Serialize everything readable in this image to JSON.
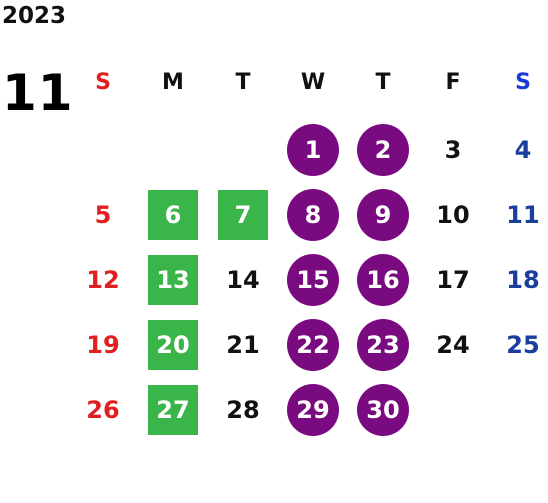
{
  "calendar": {
    "year": "2023",
    "month": "11",
    "weekdays": [
      "S",
      "M",
      "T",
      "W",
      "T",
      "F",
      "S"
    ],
    "colors": {
      "sunday": "#e02020",
      "saturday": "#1a3e9b",
      "saturday_header": "#1b3bd6",
      "weekday": "#111111",
      "purple_marker": "#7a0a80",
      "green_marker": "#3ab54a",
      "marked_text": "#ffffff"
    },
    "weeks": [
      [
        {
          "day": "",
          "mark": ""
        },
        {
          "day": "",
          "mark": ""
        },
        {
          "day": "",
          "mark": ""
        },
        {
          "day": "1",
          "mark": "purple-circle"
        },
        {
          "day": "2",
          "mark": "purple-circle"
        },
        {
          "day": "3",
          "mark": ""
        },
        {
          "day": "4",
          "mark": ""
        }
      ],
      [
        {
          "day": "5",
          "mark": ""
        },
        {
          "day": "6",
          "mark": "green-square"
        },
        {
          "day": "7",
          "mark": "green-square"
        },
        {
          "day": "8",
          "mark": "purple-circle"
        },
        {
          "day": "9",
          "mark": "purple-circle"
        },
        {
          "day": "10",
          "mark": ""
        },
        {
          "day": "11",
          "mark": ""
        }
      ],
      [
        {
          "day": "12",
          "mark": ""
        },
        {
          "day": "13",
          "mark": "green-square"
        },
        {
          "day": "14",
          "mark": ""
        },
        {
          "day": "15",
          "mark": "purple-circle"
        },
        {
          "day": "16",
          "mark": "purple-circle"
        },
        {
          "day": "17",
          "mark": ""
        },
        {
          "day": "18",
          "mark": ""
        }
      ],
      [
        {
          "day": "19",
          "mark": ""
        },
        {
          "day": "20",
          "mark": "green-square"
        },
        {
          "day": "21",
          "mark": ""
        },
        {
          "day": "22",
          "mark": "purple-circle"
        },
        {
          "day": "23",
          "mark": "purple-circle"
        },
        {
          "day": "24",
          "mark": ""
        },
        {
          "day": "25",
          "mark": ""
        }
      ],
      [
        {
          "day": "26",
          "mark": ""
        },
        {
          "day": "27",
          "mark": "green-square"
        },
        {
          "day": "28",
          "mark": ""
        },
        {
          "day": "29",
          "mark": "purple-circle"
        },
        {
          "day": "30",
          "mark": "purple-circle"
        },
        {
          "day": "",
          "mark": ""
        },
        {
          "day": "",
          "mark": ""
        }
      ]
    ]
  }
}
